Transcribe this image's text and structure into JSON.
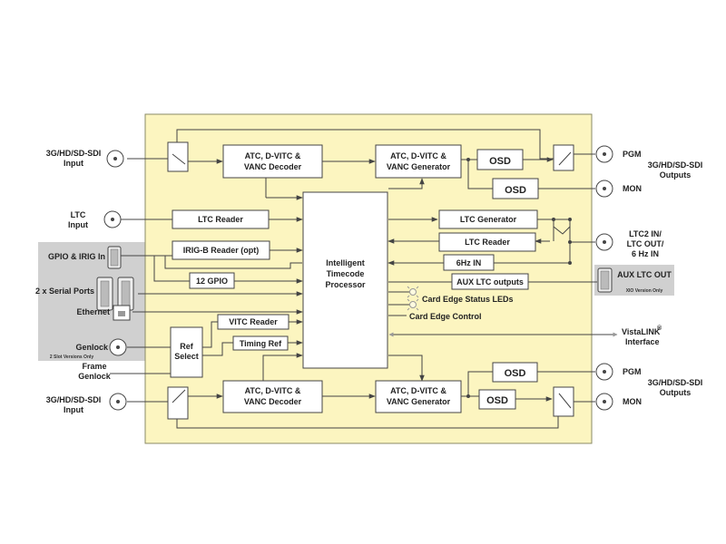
{
  "colors": {
    "card_fill": "#fcf5c0",
    "card_stroke": "#8a8a66",
    "grey_panel": "#d0d0d0",
    "line": "#444444",
    "white": "#ffffff"
  },
  "left": {
    "sdi_in_top": [
      "3G/HD/SD-SDI",
      "Input"
    ],
    "ltc_in": [
      "LTC",
      "Input"
    ],
    "gpio_irig": "GPIO & IRIG In",
    "serial_ports": "2 x Serial Ports",
    "ethernet": "Ethernet",
    "genlock": "Genlock",
    "slot_note": "2 Slot Versions Only",
    "frame_genlock": [
      "Frame",
      "Genlock"
    ],
    "sdi_in_bottom": [
      "3G/HD/SD-SDI",
      "Input"
    ]
  },
  "blocks": {
    "decoder_top": [
      "ATC, D-VITC &",
      "VANC Decoder"
    ],
    "generator_top": [
      "ATC, D-VITC &",
      "VANC Generator"
    ],
    "osd_1": "OSD",
    "osd_2": "OSD",
    "ltc_reader_left": "LTC Reader",
    "irig_reader": "IRIG-B Reader (opt)",
    "gpio12": "12 GPIO",
    "processor": [
      "Intelligent",
      "Timecode",
      "Processor"
    ],
    "ltc_generator": "LTC Generator",
    "ltc_reader_right": "LTC Reader",
    "sixhz": "6Hz IN",
    "aux_ltc_outputs": "AUX LTC outputs",
    "status_leds": "Card Edge Status LEDs",
    "edge_control": "Card Edge Control",
    "vitc_reader": "VITC Reader",
    "timing_ref": "Timing Ref",
    "ref_select": [
      "Ref",
      "Select"
    ],
    "decoder_bottom": [
      "ATC, D-VITC &",
      "VANC Decoder"
    ],
    "generator_bottom": [
      "ATC, D-VITC &",
      "VANC Generator"
    ],
    "osd_3": "OSD",
    "osd_4": "OSD"
  },
  "right": {
    "pgm_top": "PGM",
    "mon_top": "MON",
    "outputs_top": [
      "3G/HD/SD-SDI",
      "Outputs"
    ],
    "ltc2": [
      "LTC2 IN/",
      "LTC OUT/",
      "6 Hz IN"
    ],
    "aux_ltc_out": "AUX LTC OUT",
    "xio_note": "XIO Version Only",
    "vistalink": "VistaLINK",
    "vistalink_reg": "®",
    "interface": "Interface",
    "pgm_bottom": "PGM",
    "mon_bottom": "MON",
    "outputs_bottom": [
      "3G/HD/SD-SDI",
      "Outputs"
    ]
  }
}
